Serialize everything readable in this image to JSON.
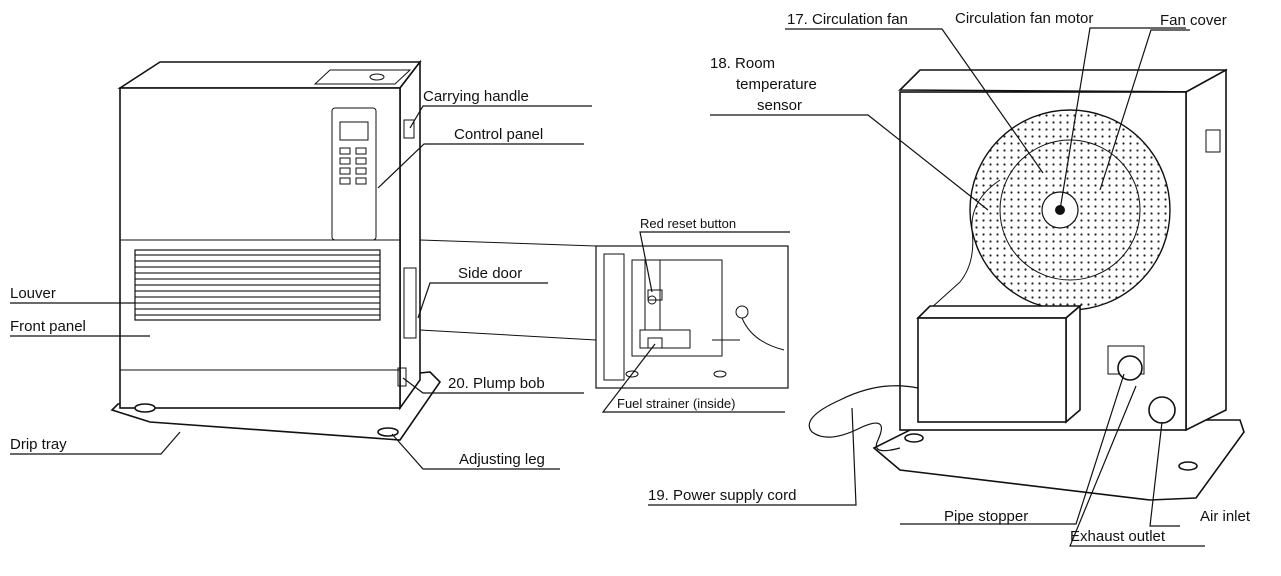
{
  "labels": {
    "carrying_handle": "Carrying handle",
    "control_panel": "Control panel",
    "side_door": "Side door",
    "louver": "Louver",
    "front_panel": "Front panel",
    "plump_bob": "20. Plump bob",
    "drip_tray": "Drip tray",
    "adjusting_leg": "Adjusting leg",
    "red_reset_button": "Red reset button",
    "fuel_strainer": "Fuel strainer (inside)",
    "circulation_fan": "17. Circulation fan",
    "circulation_fan_motor": "Circulation fan motor",
    "fan_cover": "Fan cover",
    "room_temp_line1": "18. Room",
    "room_temp_line2": "temperature",
    "room_temp_line3": "sensor",
    "power_supply_cord": "19. Power supply cord",
    "pipe_stopper": "Pipe stopper",
    "air_inlet": "Air inlet",
    "exhaust_outlet": "Exhaust outlet"
  }
}
